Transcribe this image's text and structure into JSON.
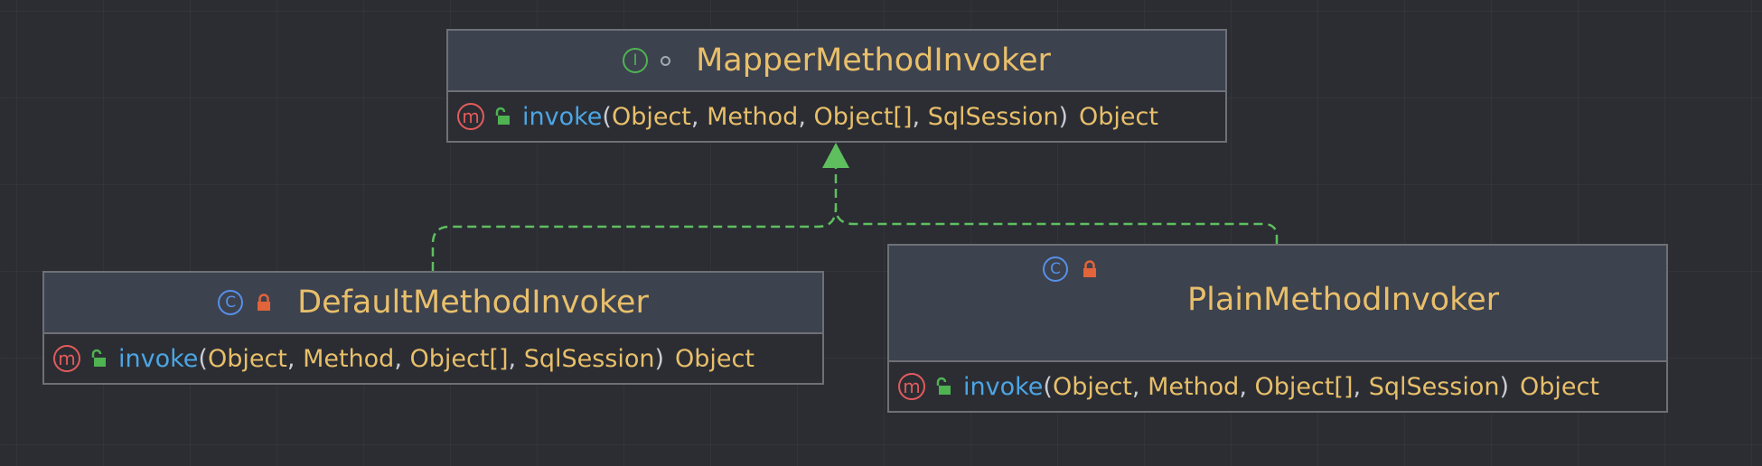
{
  "colors": {
    "background": "#2b2d33",
    "header": "#3d424f",
    "border": "#6e7077",
    "type_name": "#e8bf6a",
    "method_name": "#4ca5e3",
    "interface_badge": "#4fb352",
    "class_badge": "#5690e8",
    "method_badge": "#e35b5b",
    "public_lock": "#4fb352",
    "private_lock": "#e2643a",
    "edge": "#5fbf5f"
  },
  "nodes": {
    "mapper": {
      "kind_icon": "interface-icon",
      "kind_letter": "I",
      "modifier_icon": "package-dot-icon",
      "title": "MapperMethodInvoker",
      "method": {
        "icon": "method-icon",
        "icon_letter": "m",
        "visibility_icon": "public-lock-icon",
        "name": "invoke",
        "params": [
          "Object",
          "Method",
          "Object[]",
          "SqlSession"
        ],
        "return_type": "Object"
      }
    },
    "default": {
      "kind_icon": "class-icon",
      "kind_letter": "C",
      "modifier_icon": "private-lock-icon",
      "title": "DefaultMethodInvoker",
      "method": {
        "icon": "method-icon",
        "icon_letter": "m",
        "visibility_icon": "public-lock-icon",
        "name": "invoke",
        "params": [
          "Object",
          "Method",
          "Object[]",
          "SqlSession"
        ],
        "return_type": "Object"
      }
    },
    "plain": {
      "kind_icon": "class-icon",
      "kind_letter": "C",
      "modifier_icon": "private-lock-icon",
      "title": "PlainMethodInvoker",
      "method": {
        "icon": "method-icon",
        "icon_letter": "m",
        "visibility_icon": "public-lock-icon",
        "name": "invoke",
        "params": [
          "Object",
          "Method",
          "Object[]",
          "SqlSession"
        ],
        "return_type": "Object"
      }
    }
  },
  "edges": [
    {
      "from": "default",
      "to": "mapper",
      "type": "implements"
    },
    {
      "from": "plain",
      "to": "mapper",
      "type": "implements"
    }
  ],
  "punct": {
    "open": "(",
    "close": ")",
    "comma": ", ",
    "bracket_open": "[",
    "bracket_close": "]"
  }
}
